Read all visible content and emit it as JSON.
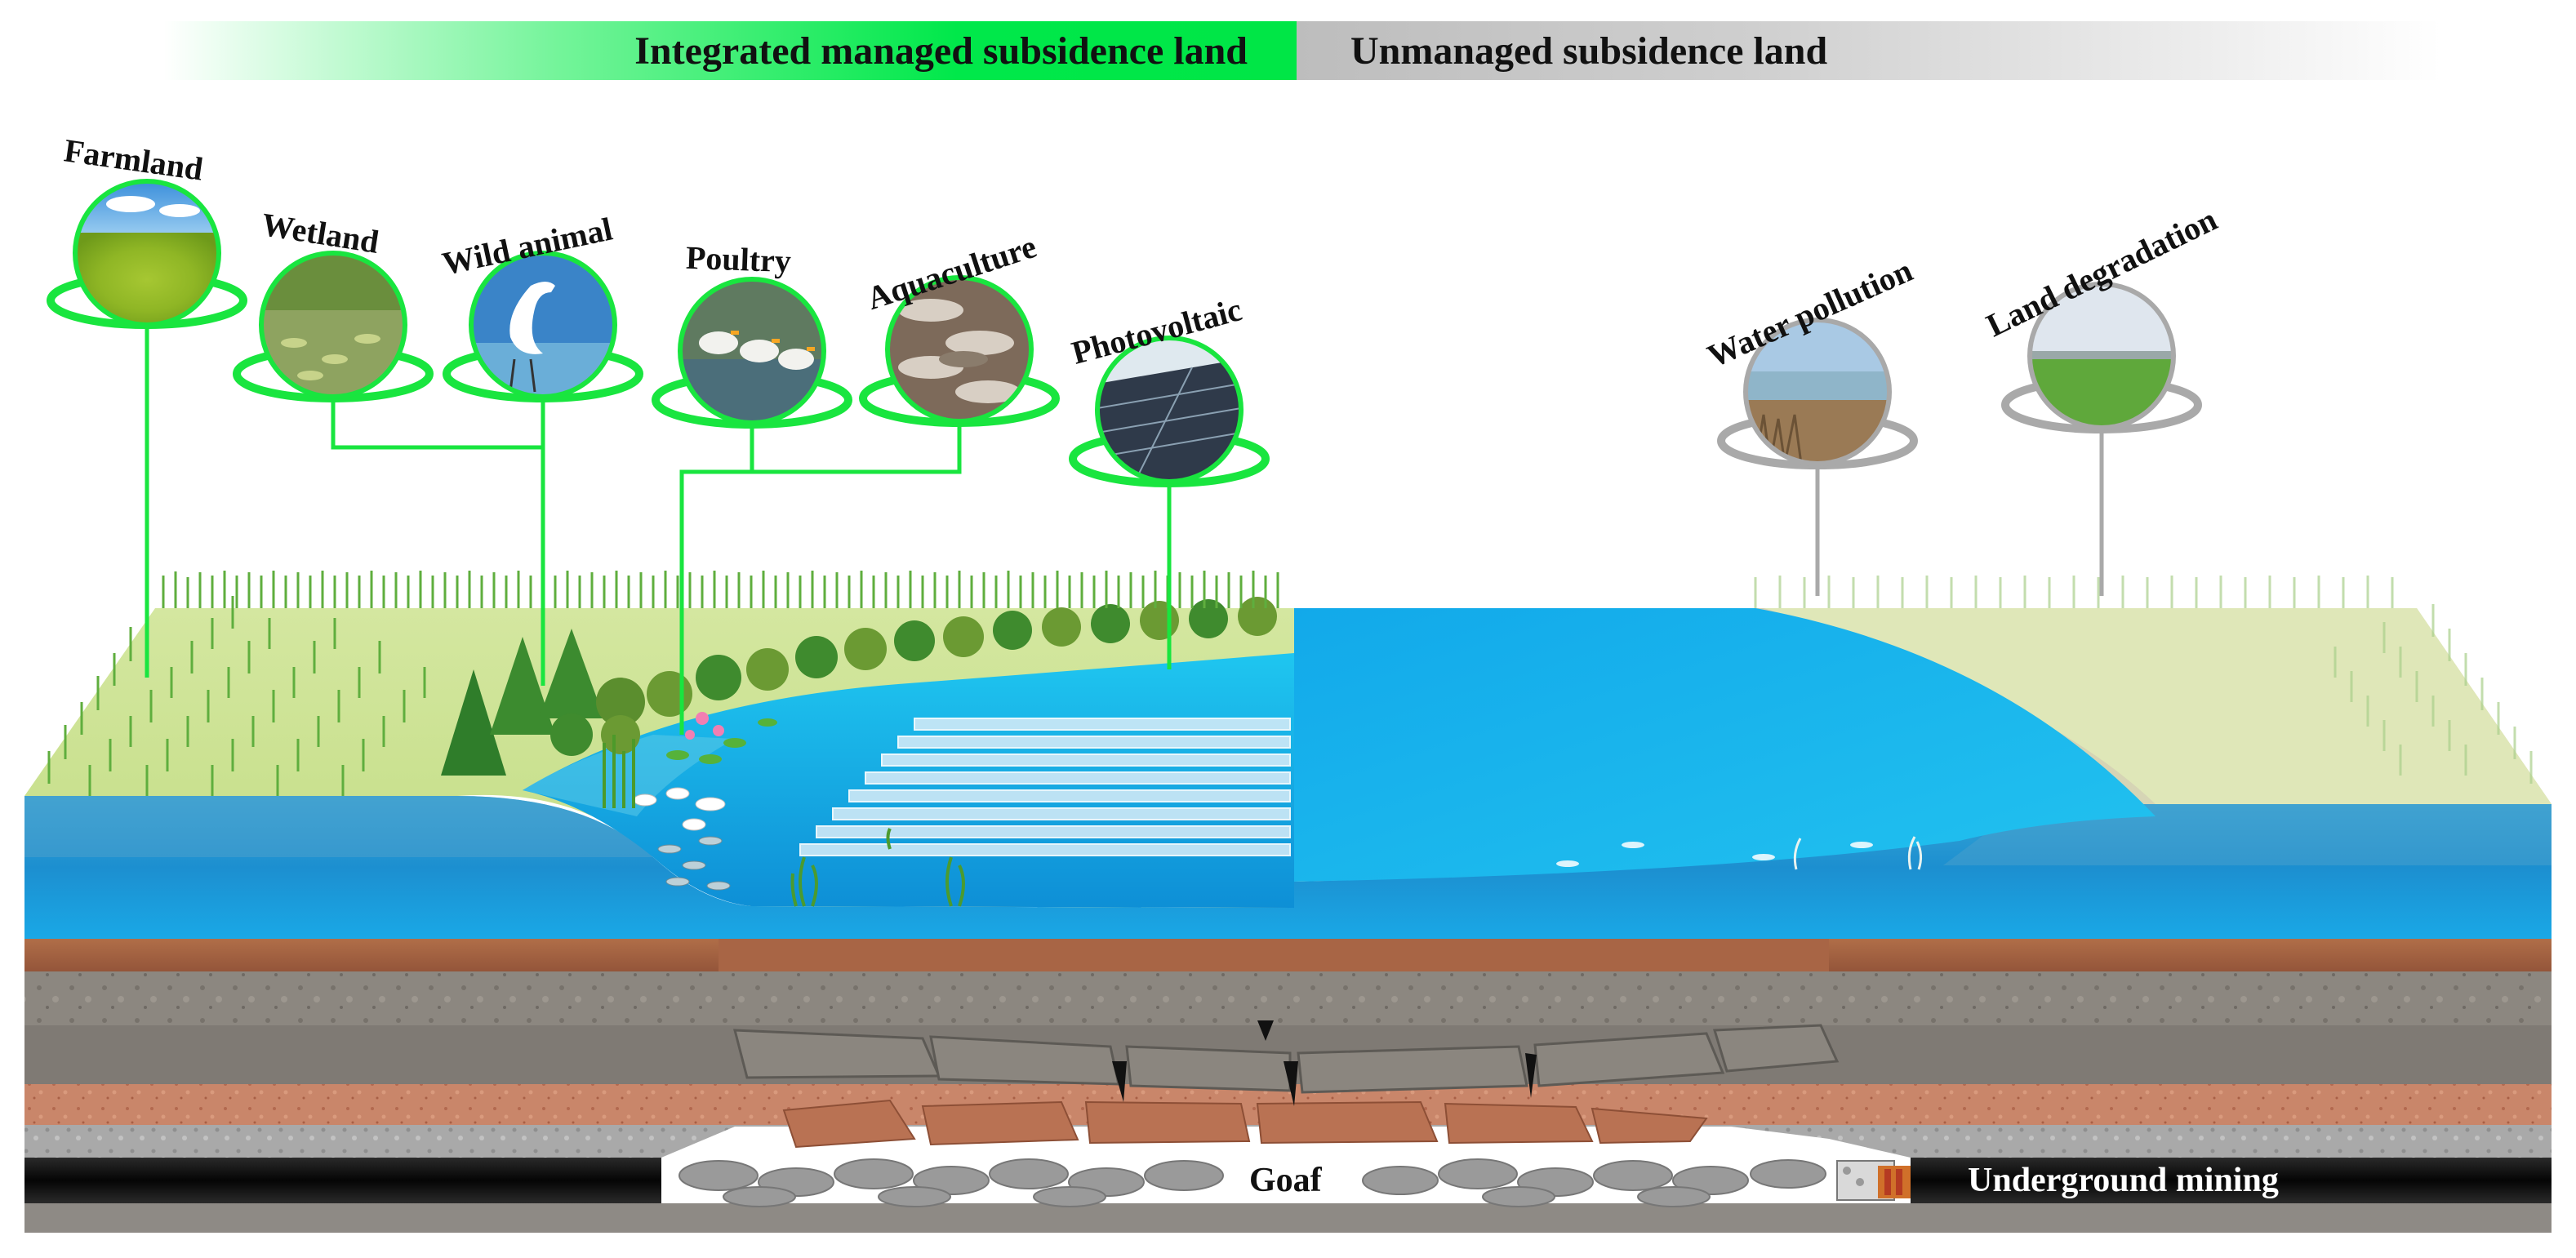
{
  "banner": {
    "left_title": "Integrated managed subsidence land",
    "right_title": "Unmanaged subsidence land"
  },
  "managed_uses": [
    {
      "label": "Farmland",
      "icon": "rice-field-photo"
    },
    {
      "label": "Wetland",
      "icon": "wetland-photo"
    },
    {
      "label": "Wild animal",
      "icon": "egret-photo"
    },
    {
      "label": "Poultry",
      "icon": "ducks-photo"
    },
    {
      "label": "Aquaculture",
      "icon": "fish-photo"
    },
    {
      "label": "Photovoltaic",
      "icon": "floating-solar-photo"
    }
  ],
  "unmanaged_issues": [
    {
      "label": "Water pollution",
      "icon": "polluted-water-photo"
    },
    {
      "label": "Land degradation",
      "icon": "degraded-land-photo"
    }
  ],
  "underground": {
    "goaf_label": "Goaf",
    "mining_label": "Underground mining"
  },
  "colors": {
    "managed_green": "#19e53f",
    "unmanaged_gray": "#9e9e9e",
    "water_blue": "#1ec1ee",
    "soil_brown": "#a2613f",
    "rock_gray": "#8f8a83",
    "coal_black": "#111111"
  }
}
